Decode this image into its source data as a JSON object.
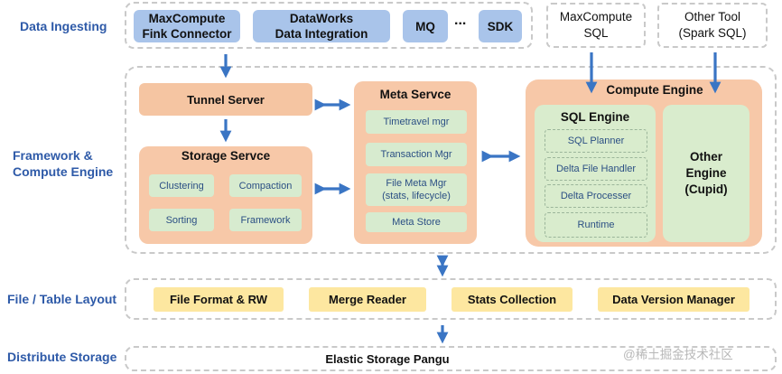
{
  "rows": {
    "ingest": "Data Ingesting",
    "framework": "Framework &\nCompute Engine",
    "layout": "File / Table Layout",
    "storage": "Distribute Storage"
  },
  "ingest": {
    "mc_flink": "MaxCompute\nFink Connector",
    "dataworks": "DataWorks\nData Integration",
    "mq": "MQ",
    "ellipsis": "...",
    "sdk": "SDK",
    "mc_sql": "MaxCompute\nSQL",
    "other_tool": "Other Tool\n(Spark SQL)"
  },
  "tunnel": "Tunnel Server",
  "storage_service": {
    "title": "Storage Servce",
    "items": [
      "Clustering",
      "Compaction",
      "Sorting",
      "Framework"
    ]
  },
  "meta_service": {
    "title": "Meta Servce",
    "items": [
      "Timetravel mgr",
      "Transaction Mgr",
      "File Meta Mgr\n(stats, lifecycle)",
      "Meta Store"
    ]
  },
  "compute_engine": {
    "title": "Compute Engine",
    "sql_engine": {
      "title": "SQL Engine",
      "items": [
        "SQL Planner",
        "Delta File Handler",
        "Delta Processer",
        "Runtime"
      ]
    },
    "other_engine": "Other\nEngine\n(Cupid)"
  },
  "layout": {
    "items": [
      "File Format & RW",
      "Merge Reader",
      "Stats Collection",
      "Data Version Manager"
    ]
  },
  "storage": {
    "label": "Elastic Storage Pangu"
  },
  "watermark": "@稀土掘金技术社区",
  "colors": {
    "arrow": "#3a75c4",
    "row_label": "#2e5aa8",
    "blue_box": "#a9c4ea",
    "orange": "#f7c8a8",
    "green": "#d7ebcf",
    "yellow": "#fde7a0"
  }
}
